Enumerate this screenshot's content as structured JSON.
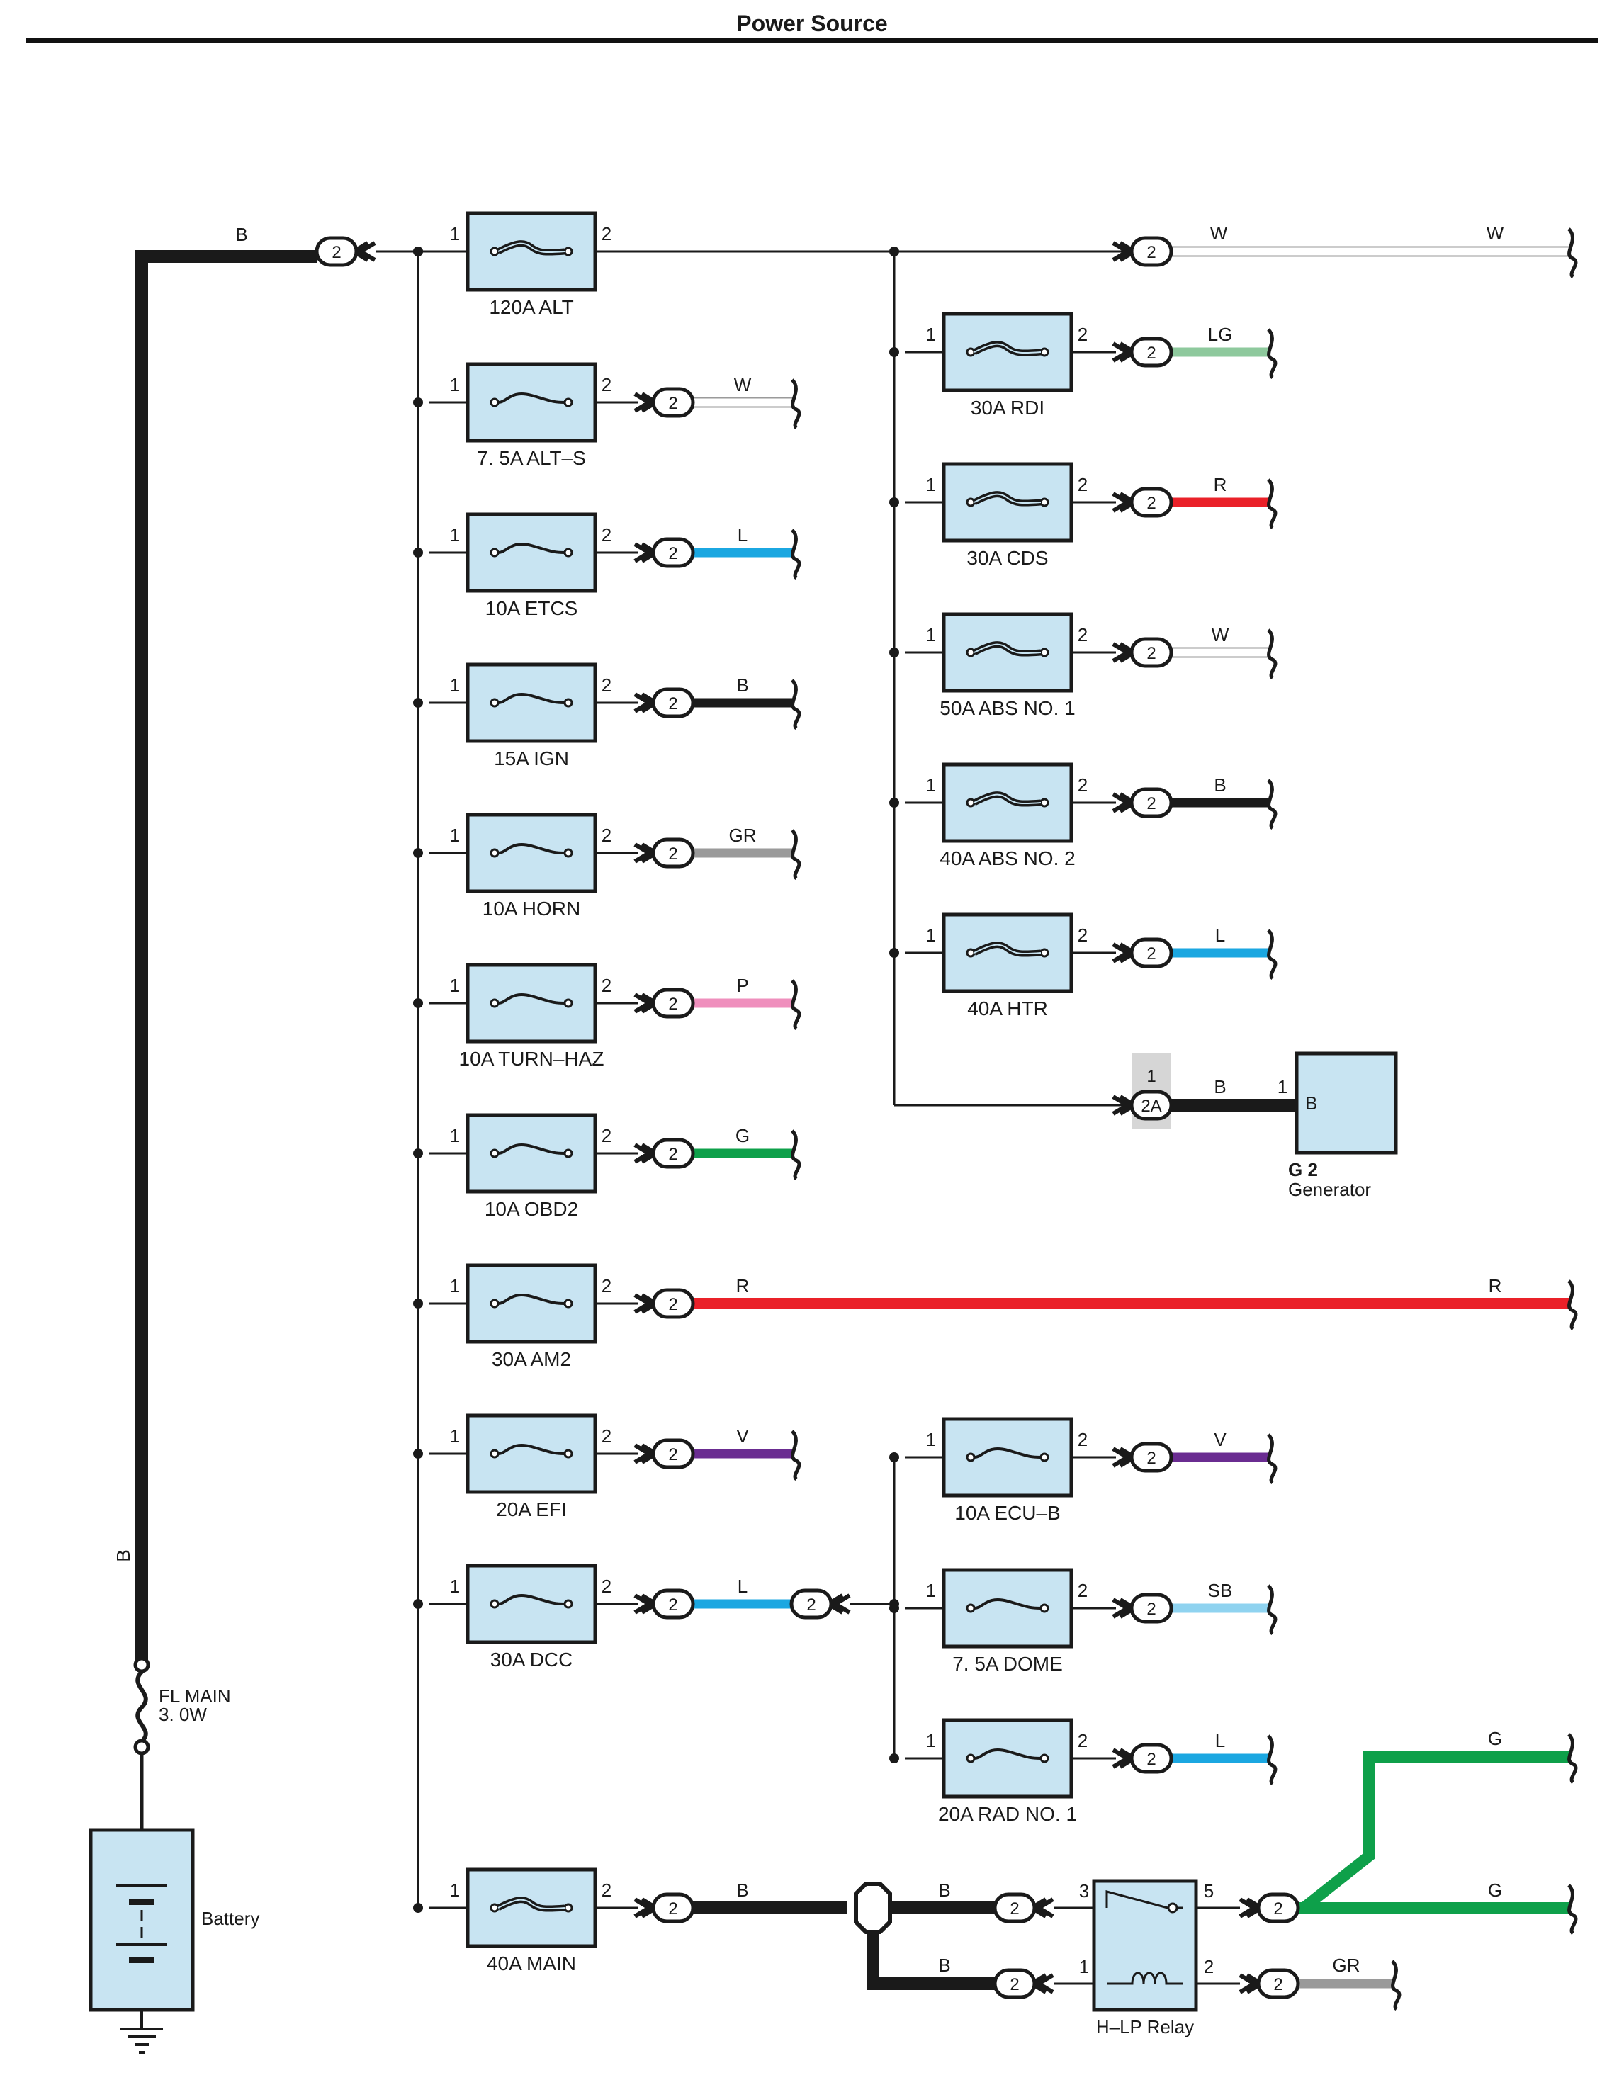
{
  "page": {
    "title": "Power Source"
  },
  "colors": {
    "fuse_fill": "#c8e4f2",
    "W": "#ffffff",
    "LG": "#8ec99d",
    "R": "#ea2129",
    "L": "#1ba7e1",
    "B": "#1a1a1a",
    "GR": "#9a9a9a",
    "P": "#ef8fbd",
    "G": "#0ea04a",
    "V": "#6a2c91",
    "SB": "#8fd3f0",
    "connector_highlight": "#d6d6d6"
  },
  "fuses_left": [
    {
      "id": "120A_ALT",
      "label": "120A ALT",
      "type": "fusible",
      "pin_in": "1",
      "pin_out": "2"
    },
    {
      "id": "7_5A_ALT_S",
      "label": "7. 5A ALT–S",
      "type": "fuse",
      "pin_in": "1",
      "pin_out": "2",
      "connector": "2",
      "wire": "W"
    },
    {
      "id": "10A_ETCS",
      "label": "10A ETCS",
      "type": "fuse",
      "pin_in": "1",
      "pin_out": "2",
      "connector": "2",
      "wire": "L"
    },
    {
      "id": "15A_IGN",
      "label": "15A IGN",
      "type": "fuse",
      "pin_in": "1",
      "pin_out": "2",
      "connector": "2",
      "wire": "B"
    },
    {
      "id": "10A_HORN",
      "label": "10A HORN",
      "type": "fuse",
      "pin_in": "1",
      "pin_out": "2",
      "connector": "2",
      "wire": "GR"
    },
    {
      "id": "10A_TURN_HAZ",
      "label": "10A TURN–HAZ",
      "type": "fuse",
      "pin_in": "1",
      "pin_out": "2",
      "connector": "2",
      "wire": "P"
    },
    {
      "id": "10A_OBD2",
      "label": "10A OBD2",
      "type": "fuse",
      "pin_in": "1",
      "pin_out": "2",
      "connector": "2",
      "wire": "G"
    },
    {
      "id": "30A_AM2",
      "label": "30A AM2",
      "type": "fuse",
      "pin_in": "1",
      "pin_out": "2",
      "connector": "2",
      "wire": "R",
      "wire_end_label": "R"
    },
    {
      "id": "20A_EFI",
      "label": "20A EFI",
      "type": "fuse",
      "pin_in": "1",
      "pin_out": "2",
      "connector": "2",
      "wire": "V"
    },
    {
      "id": "30A_DCC",
      "label": "30A DCC",
      "type": "fuse",
      "pin_in": "1",
      "pin_out": "2",
      "connector": "2",
      "wire": "L",
      "connector2": "2"
    },
    {
      "id": "40A_MAIN",
      "label": "40A MAIN",
      "type": "fusible",
      "pin_in": "1",
      "pin_out": "2",
      "connector": "2",
      "wire": "B"
    }
  ],
  "fuses_right": [
    {
      "id": "30A_RDI",
      "label": "30A RDI",
      "type": "fusible",
      "pin_in": "1",
      "pin_out": "2",
      "connector": "2",
      "wire": "LG"
    },
    {
      "id": "30A_CDS",
      "label": "30A CDS",
      "type": "fusible",
      "pin_in": "1",
      "pin_out": "2",
      "connector": "2",
      "wire": "R"
    },
    {
      "id": "50A_ABS_NO1",
      "label": "50A ABS NO. 1",
      "type": "fusible",
      "pin_in": "1",
      "pin_out": "2",
      "connector": "2",
      "wire": "W"
    },
    {
      "id": "40A_ABS_NO2",
      "label": "40A ABS NO. 2",
      "type": "fusible",
      "pin_in": "1",
      "pin_out": "2",
      "connector": "2",
      "wire": "B"
    },
    {
      "id": "40A_HTR",
      "label": "40A HTR",
      "type": "fusible",
      "pin_in": "1",
      "pin_out": "2",
      "connector": "2",
      "wire": "L"
    },
    {
      "id": "10A_ECU_B",
      "label": "10A ECU–B",
      "type": "fuse",
      "pin_in": "1",
      "pin_out": "2",
      "connector": "2",
      "wire": "V"
    },
    {
      "id": "7_5A_DOME",
      "label": "7. 5A DOME",
      "type": "fuse",
      "pin_in": "1",
      "pin_out": "2",
      "connector": "2",
      "wire": "SB"
    },
    {
      "id": "20A_RAD_NO1",
      "label": "20A RAD NO. 1",
      "type": "fuse",
      "pin_in": "1",
      "pin_out": "2",
      "connector": "2",
      "wire": "L"
    }
  ],
  "top_wire": {
    "connector": "2",
    "label_start": "W",
    "label_end": "W"
  },
  "main_wire": {
    "label_top": "B",
    "label_side": "B",
    "connector": "2"
  },
  "fl_main": {
    "name": "FL MAIN",
    "rating": "3. 0W"
  },
  "battery": {
    "label": "Battery"
  },
  "generator": {
    "code": "G 2",
    "name": "Generator",
    "terminal": "B",
    "pin": "1",
    "connector_pin": "1",
    "connector": "2A",
    "wire": "B"
  },
  "relay": {
    "name": "H–LP Relay",
    "pins": {
      "p3": "3",
      "p5": "5",
      "p1": "1",
      "p2": "2"
    },
    "in_top": {
      "wire": "B",
      "connector": "2"
    },
    "in_bottom": {
      "wire": "B",
      "connector": "2"
    },
    "out5": {
      "connector": "2",
      "wire_a": "G",
      "wire_b": "G"
    },
    "out2": {
      "connector": "2",
      "wire": "GR"
    }
  }
}
